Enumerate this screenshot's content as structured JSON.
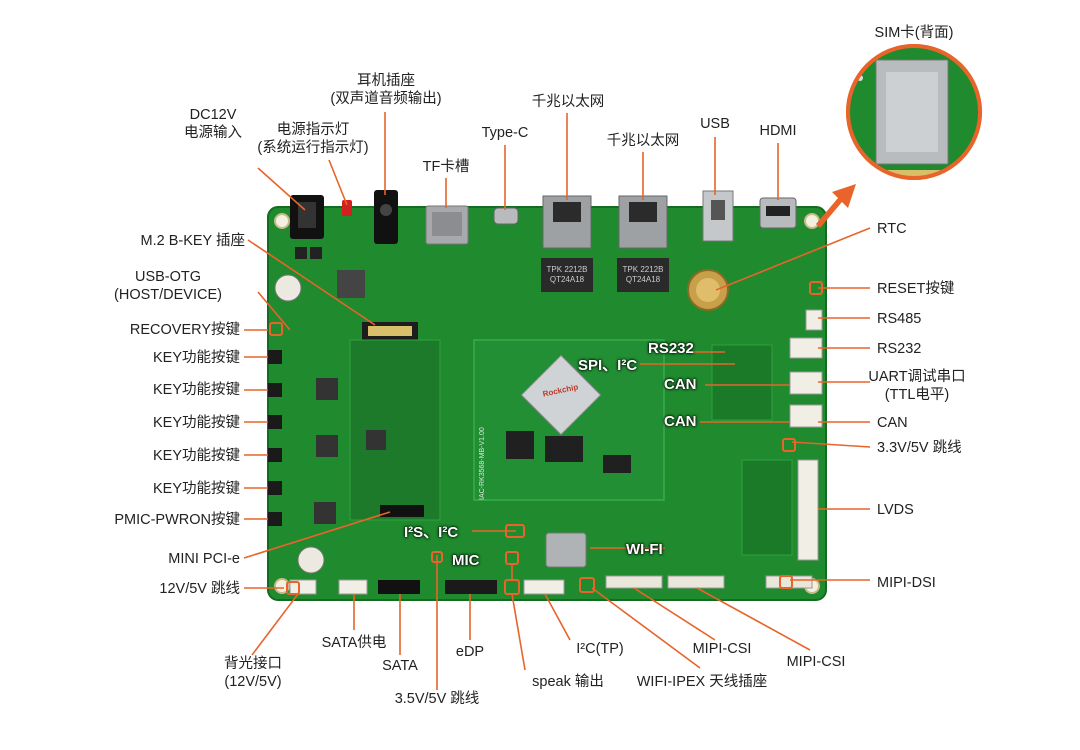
{
  "colors": {
    "pcb": "#1f8a2e",
    "pcb_dark": "#146b22",
    "leader": "#e8642a",
    "marker": "#e8642a",
    "label_text": "#222222",
    "arrow": "#e8642a"
  },
  "labels": {
    "dc12v": "DC12V\n电源输入",
    "power_led": "电源指示灯\n(系统运行指示灯)",
    "earphone": "耳机插座\n(双声道音频输出)",
    "tf": "TF卡槽",
    "typec": "Type-C",
    "gbe1": "千兆以太网",
    "gbe2": "千兆以太网",
    "usb": "USB",
    "hdmi": "HDMI",
    "sim": "SIM卡(背面)",
    "m2": "M.2 B-KEY 插座",
    "usbotg": "USB-OTG\n(HOST/DEVICE)",
    "recovery": "RECOVERY按键",
    "key1": "KEY功能按键",
    "key2": "KEY功能按键",
    "key3": "KEY功能按键",
    "key4": "KEY功能按键",
    "key5": "KEY功能按键",
    "pmic": "PMIC-PWRON按键",
    "minipcie": "MINI PCI-e",
    "jumper12v": "12V/5V 跳线",
    "backlight": "背光接口\n(12V/5V)",
    "sata_power": "SATA供电",
    "sata": "SATA",
    "jumper35": "3.5V/5V 跳线",
    "edp": "eDP",
    "speak": "speak 输出",
    "i2c_tp": "I²C(TP)",
    "wifi_ipex": "WIFI-IPEX 天线插座",
    "mipi_csi1": "MIPI-CSI",
    "mipi_csi2": "MIPI-CSI",
    "rtc": "RTC",
    "reset": "RESET按键",
    "rs485": "RS485",
    "rs232": "RS232",
    "uart": "UART调试串口\n(TTL电平)",
    "can": "CAN",
    "jumper33": "3.3V/5V 跳线",
    "lvds": "LVDS",
    "mipi_dsi": "MIPI-DSI"
  },
  "onboard": {
    "spi_i2c": "SPI、I²C",
    "rs232": "RS232",
    "can1": "CAN",
    "can2": "CAN",
    "i2s_i2c": "I²S、I²C",
    "mic": "MIC",
    "wifi": "WI-FI"
  },
  "silkscreen": {
    "som_label": "IAC-RK3568-MB-V1.00",
    "chip_brand": "Rockchip",
    "rj45_1": "TPK 2212B\nQT24A18",
    "rj45_2": "TPK 2212B\nQT24A18"
  }
}
